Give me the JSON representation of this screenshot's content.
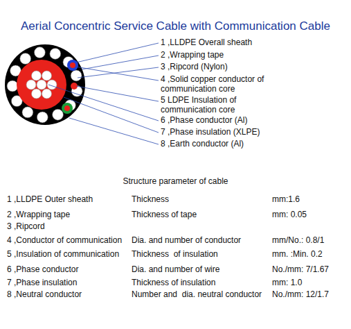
{
  "diagram": {
    "title": "Aerial Concentric Service Cable with Communication Cable",
    "labels": [
      "1 ,LLDPE Overall sheath",
      "2 ,Wrapping tape",
      "3 ,Ripcord (Nylon)",
      "4 ,Solid copper conductor of communication core",
      "5 LDPE Insulation of communication core",
      "6 ,Phase conductor (Al)",
      "7 ,Phase insulation (XLPE)",
      "8 ,Earth conductor (Al)",
      "Structure parameter of cable",
      "1 ,LLDPE Outer sheath",
      "Thickness",
      "mm:1.6",
      "2 ,Wrapping tape",
      "Thickness of tape",
      "mm: 0.05",
      "3 ,Ripcord",
      "4 ,Conductor of communication",
      "Dia. and number of conductor",
      "mm/No.: 0.8/1",
      "5 ,Insulation of communication",
      "Thickness  of insulation",
      "mm. :Min. 0.2",
      "6 ,Phase conductor",
      "Dia. and number of wire",
      "No./mm: 7/1.67",
      "7 ,Phase insulation",
      "Thickness of insulation",
      "mm: 1.0",
      "8 ,Neutral conductor",
      "Number and  dia. neutral conductor",
      "No./mm: 12/1.7"
    ]
  }
}
